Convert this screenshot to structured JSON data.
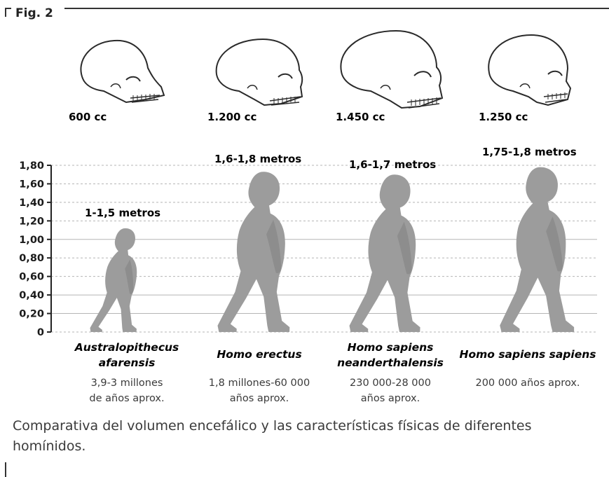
{
  "figure": {
    "label": "Fig. 2"
  },
  "skulls": [
    {
      "volume": "600 cc"
    },
    {
      "volume": "1.200 cc"
    },
    {
      "volume": "1.450 cc"
    },
    {
      "volume": "1.250 cc"
    }
  ],
  "chart_data": {
    "type": "bar",
    "y_ticks": [
      "1,80",
      "1,60",
      "1,40",
      "1,20",
      "1,00",
      "0,80",
      "0,60",
      "0,40",
      "0,20",
      "0"
    ],
    "ylim": [
      0,
      1.8
    ],
    "grid": true,
    "series": [
      {
        "species_line1": "Australopithecus",
        "species_line2": "afarensis",
        "height_label": "1-1,5 metros",
        "height_range": [
          1.0,
          1.5
        ],
        "figure_height": 1.12,
        "dates_line1": "3,9-3 millones",
        "dates_line2": "de años aprox."
      },
      {
        "species_line1": "Homo erectus",
        "species_line2": "",
        "height_label": "1,6-1,8 metros",
        "height_range": [
          1.6,
          1.8
        ],
        "figure_height": 1.73,
        "dates_line1": "1,8 millones-60 000",
        "dates_line2": "años aprox."
      },
      {
        "species_line1": "Homo sapiens",
        "species_line2": "neanderthalensis",
        "height_label": "1,6-1,7 metros",
        "height_range": [
          1.6,
          1.7
        ],
        "figure_height": 1.7,
        "dates_line1": "230 000-28 000",
        "dates_line2": "años  aprox."
      },
      {
        "species_line1": "Homo sapiens sapiens",
        "species_line2": "",
        "height_label": "1,75-1,8 metros",
        "height_range": [
          1.75,
          1.8
        ],
        "figure_height": 1.78,
        "dates_line1": "200 000 años aprox.",
        "dates_line2": ""
      }
    ]
  },
  "caption": "Comparativa del volumen encefálico y las características físicas de diferentes homínidos.",
  "colors": {
    "figure": "#9c9c9c",
    "skull_stroke": "#2a2a2a",
    "grid": "#b5b5b5",
    "text": "#1a1a1a"
  }
}
